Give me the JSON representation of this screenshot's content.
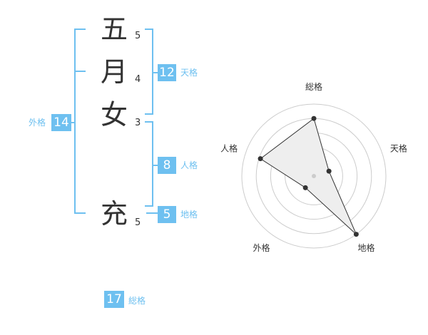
{
  "name_chars": [
    {
      "char": "五",
      "strokes": "5"
    },
    {
      "char": "月",
      "strokes": "4"
    },
    {
      "char": "女",
      "strokes": "3"
    },
    {
      "char": "充",
      "strokes": "5"
    }
  ],
  "fortune": {
    "tenkaku": {
      "value": "12",
      "label": "天格"
    },
    "jinkaku": {
      "value": "8",
      "label": "人格"
    },
    "chikaku": {
      "value": "5",
      "label": "地格"
    },
    "gaikaku": {
      "value": "14",
      "label": "外格"
    },
    "soukaku": {
      "value": "17",
      "label": "総格"
    }
  },
  "chart_data": {
    "type": "radar",
    "axes": [
      "総格",
      "天格",
      "地格",
      "外格",
      "人格"
    ],
    "values": [
      0.8,
      0.22,
      1.0,
      0.2,
      0.78
    ],
    "rings": 5,
    "fill_color": "#eeeeee",
    "line_color": "#333333",
    "grid_color": "#cccccc"
  }
}
